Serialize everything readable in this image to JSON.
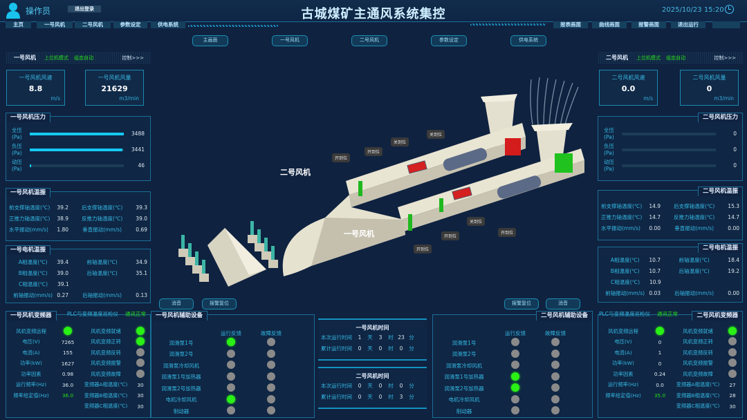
{
  "header": {
    "user": "操作员",
    "logout": "退出登录",
    "title": "古城煤矿主通风系统集控",
    "datetime": "2025/10/23 15:20"
  },
  "nav_left": [
    "主页",
    "一号风机",
    "二号风机",
    "参数设定",
    "供电系统"
  ],
  "nav_right": [
    "报表画面",
    "曲线画面",
    "报警画面",
    "退出运行"
  ],
  "subnav": [
    "主画面",
    "一号风机",
    "二号风机",
    "参数设定",
    "供电系统"
  ],
  "buttons": {
    "mute": "消音",
    "alarm_reset": "报警复位"
  },
  "diagram": {
    "fan2_label": "二号风机",
    "fan1_label": "一号风机",
    "valve_labels": [
      "开到位",
      "开到位",
      "关到位",
      "关到位",
      "关到位",
      "开到位",
      "开到位",
      "开到位"
    ]
  },
  "colors": {
    "accent": "#14c9f2",
    "lamp_on": "#2af016",
    "lamp_off": "#8a8a8a",
    "bg": "#0f2240"
  },
  "fans": [
    {
      "name": "一号风机",
      "mode": "上位机模式",
      "auto": "组态自动",
      "control": "控制>>>",
      "speed": {
        "label": "一号风机风速",
        "value": "8.8",
        "unit": "m/s"
      },
      "flow": {
        "label": "一号风机风量",
        "value": "21629",
        "unit": "m3/min"
      },
      "pressure": {
        "title": "一号风机压力",
        "max": 3500,
        "items": [
          {
            "label": "全压",
            "unit": "(Pa)",
            "value": 3488
          },
          {
            "label": "负压",
            "unit": "(Pa)",
            "value": 3441
          },
          {
            "label": "动压",
            "unit": "(Pa)",
            "value": 46
          }
        ]
      },
      "temp": {
        "title": "一号风机温振",
        "rows": [
          {
            "l": "前支撑轴温度(℃)",
            "lv": "39.2",
            "r": "后支撑轴温度(℃)",
            "rv": "39.3"
          },
          {
            "l": "正推力轴温度(℃)",
            "lv": "38.9",
            "r": "反推力轴温度(℃)",
            "rv": "39.0"
          },
          {
            "l": "水平振动(mm/s)",
            "lv": "1.80",
            "r": "垂直振动(mm/s)",
            "rv": "0.69"
          }
        ]
      },
      "motor": {
        "title": "一号电机温振",
        "rows": [
          {
            "l": "A相温度(℃)",
            "lv": "39.4",
            "r": "前轴温度(℃)",
            "rv": "34.9"
          },
          {
            "l": "B相温度(℃)",
            "lv": "39.0",
            "r": "后轴温度(℃)",
            "rv": "35.1"
          },
          {
            "l": "C相温度(℃)",
            "lv": "39.1"
          },
          {
            "l": "前轴振动(mm/s)",
            "lv": "0.27",
            "r": "后轴振动(mm/s)",
            "rv": "0.13"
          }
        ]
      },
      "inverter": {
        "title": "一号风机变频器",
        "plc": "PLC与变频温度巡检仪",
        "comm": "通讯正常",
        "rows": [
          {
            "l": "风机变频远程",
            "lv": true,
            "r": "风机变频就绪",
            "rv": true
          },
          {
            "l": "电压(V)",
            "lv": "7265",
            "r": "风机变频正转",
            "rv": true
          },
          {
            "l": "电流(A)",
            "lv": "155",
            "r": "风机变频反转",
            "rv": false
          },
          {
            "l": "功率(kW)",
            "lv": "1627",
            "r": "风机变频报警",
            "rv": false
          },
          {
            "l": "功率因素",
            "lv": "0.98",
            "r": "风机变频故障",
            "rv": false
          },
          {
            "l": "运行频率(Hz)",
            "lv": "36.0",
            "r": "变频器A相温度(℃)",
            "rv": "30"
          },
          {
            "l": "频率给定值(Hz)",
            "lv": "36.0",
            "green": true,
            "r": "变频器B相温度(℃)",
            "rv": "30"
          },
          {
            "r": "变频器C相温度(℃)",
            "rv": "30"
          }
        ]
      },
      "aux": {
        "title": "一号风机辅助设备",
        "cols": [
          "运行反馈",
          "故障反馈"
        ],
        "items": [
          {
            "label": "润滑泵1号",
            "run": true,
            "fault": false
          },
          {
            "label": "润滑泵2号",
            "run": false,
            "fault": false
          },
          {
            "label": "润滑泵冷却风机",
            "run": false,
            "fault": false
          },
          {
            "label": "润滑泵1号加热器",
            "run": false,
            "fault": false
          },
          {
            "label": "润滑泵2号加热器",
            "run": false,
            "fault": false
          },
          {
            "label": "电机冷却风机",
            "run": true,
            "fault": false
          },
          {
            "label": "制动器",
            "run": false,
            "fault": false
          }
        ]
      },
      "time": {
        "title": "一号风机时间",
        "rows": [
          {
            "label": "本次运行时间",
            "d": "1",
            "h": "3",
            "m": "23"
          },
          {
            "label": "累计运行时间",
            "d": "0",
            "h": "0",
            "m": "0"
          }
        ]
      }
    },
    {
      "name": "二号风机",
      "mode": "上位机模式",
      "auto": "组态自动",
      "control": "控制>>>",
      "speed": {
        "label": "二号风机风速",
        "value": "0.0",
        "unit": "m/s"
      },
      "flow": {
        "label": "二号风机风量",
        "value": "0",
        "unit": "m3/min"
      },
      "pressure": {
        "title": "二号风机压力",
        "max": 3500,
        "items": [
          {
            "label": "全压",
            "unit": "(Pa)",
            "value": 0
          },
          {
            "label": "负压",
            "unit": "(Pa)",
            "value": 0
          },
          {
            "label": "动压",
            "unit": "(Pa)",
            "value": 0
          }
        ]
      },
      "temp": {
        "title": "二号风机温振",
        "rows": [
          {
            "l": "前支撑轴温度(℃)",
            "lv": "14.9",
            "r": "后支撑轴温度(℃)",
            "rv": "15.3"
          },
          {
            "l": "正推力轴温度(℃)",
            "lv": "14.7",
            "r": "反推力轴温度(℃)",
            "rv": "14.7"
          },
          {
            "l": "水平振动(mm/s)",
            "lv": "0.00",
            "r": "垂直振动(mm/s)",
            "rv": "0.00"
          }
        ]
      },
      "motor": {
        "title": "二号电机温振",
        "rows": [
          {
            "l": "A相温度(℃)",
            "lv": "10.7",
            "r": "前轴温度(℃)",
            "rv": "18.4"
          },
          {
            "l": "B相温度(℃)",
            "lv": "10.7",
            "r": "后轴温度(℃)",
            "rv": "19.2"
          },
          {
            "l": "C相温度(℃)",
            "lv": "10.9"
          },
          {
            "l": "前轴振动(mm/s)",
            "lv": "0.03",
            "r": "后轴振动(mm/s)",
            "rv": "0.00"
          }
        ]
      },
      "inverter": {
        "title": "二号风机变频器",
        "plc": "PLC与变频温度巡检仪",
        "comm": "通讯正常",
        "rows": [
          {
            "l": "风机变频远程",
            "lv": true,
            "r": "风机变频就绪",
            "rv": true
          },
          {
            "l": "电压(V)",
            "lv": "0",
            "r": "风机变频正转",
            "rv": false
          },
          {
            "l": "电流(A)",
            "lv": "1",
            "r": "风机变频反转",
            "rv": false
          },
          {
            "l": "功率(kW)",
            "lv": "0",
            "r": "风机变频报警",
            "rv": false
          },
          {
            "l": "功率因素",
            "lv": "0.24",
            "r": "风机变频故障",
            "rv": false
          },
          {
            "l": "运行频率(Hz)",
            "lv": "0.0",
            "r": "变频器A相温度(℃)",
            "rv": "27"
          },
          {
            "l": "频率给定值(Hz)",
            "lv": "35.0",
            "green": true,
            "r": "变频器B相温度(℃)",
            "rv": "28"
          },
          {
            "r": "变频器C相温度(℃)",
            "rv": "30"
          }
        ]
      },
      "aux": {
        "title": "二号风机辅助设备",
        "cols": [
          "运行反馈",
          "故障反馈"
        ],
        "items": [
          {
            "label": "润滑泵1号",
            "run": false,
            "fault": false
          },
          {
            "label": "润滑泵2号",
            "run": false,
            "fault": false
          },
          {
            "label": "润滑泵冷却风机",
            "run": false,
            "fault": false
          },
          {
            "label": "润滑泵1号加热器",
            "run": true,
            "fault": false
          },
          {
            "label": "润滑泵2号加热器",
            "run": true,
            "fault": false
          },
          {
            "label": "电机冷却风机",
            "run": false,
            "fault": false
          },
          {
            "label": "制动器",
            "run": false,
            "fault": false
          }
        ]
      },
      "time": {
        "title": "二号风机时间",
        "rows": [
          {
            "label": "本次运行时间",
            "d": "0",
            "h": "0",
            "m": "0"
          },
          {
            "label": "累计运行时间",
            "d": "0",
            "h": "0",
            "m": "3"
          }
        ]
      }
    }
  ],
  "time_units": {
    "day": "天",
    "hour": "时",
    "min": "分"
  }
}
